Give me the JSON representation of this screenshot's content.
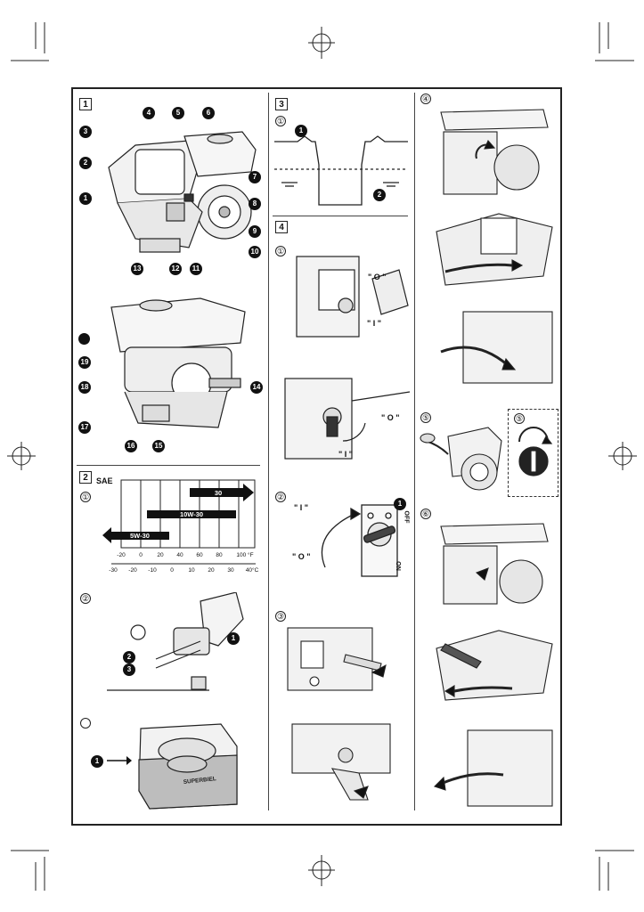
{
  "sections": {
    "s1": "1",
    "s2": "2",
    "s3": "3",
    "s4": "4"
  },
  "steps": {
    "one": "①",
    "two": "②",
    "three": "③",
    "four": "④",
    "five": "⑤",
    "six": "⑥"
  },
  "callouts": [
    "1",
    "2",
    "3",
    "4",
    "5",
    "6",
    "7",
    "8",
    "9",
    "10",
    "11",
    "12",
    "13",
    "14",
    "15",
    "16",
    "17",
    "18",
    "19"
  ],
  "oil_chart": {
    "title": "SAE",
    "grades": [
      "30",
      "10W-30",
      "5W-30"
    ],
    "f_ticks": [
      "-20",
      "0",
      "20",
      "40",
      "60",
      "80",
      "100 °F"
    ],
    "c_ticks": [
      "-30",
      "-20",
      "-10",
      "0",
      "10",
      "20",
      "30",
      "40°C"
    ]
  },
  "switch": {
    "on_symbol": "\" I \"",
    "off_symbol": "\" O \"",
    "off_text": "OFF",
    "on_text": "ON"
  },
  "air_cleaner": {
    "brand": "SUPERBIEL"
  }
}
